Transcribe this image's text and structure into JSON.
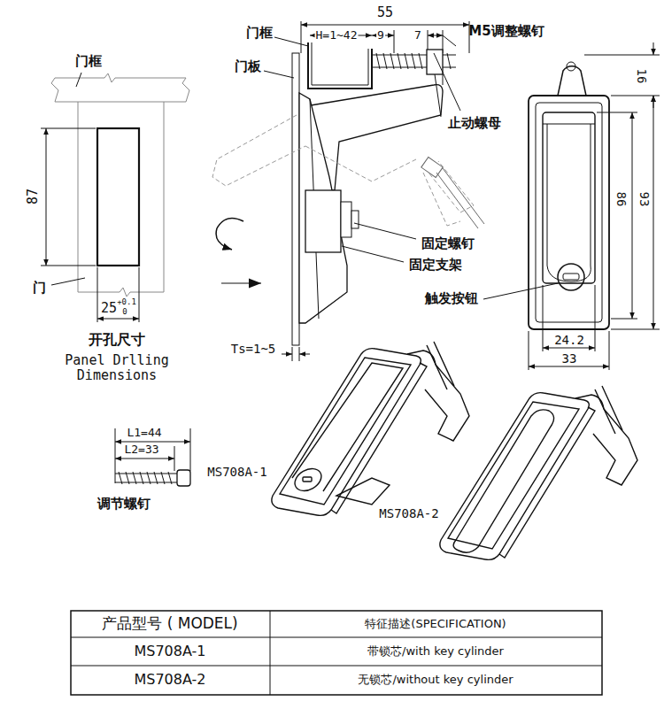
{
  "diagram": {
    "labels": [
      "门框",
      "门",
      "87",
      "25",
      "+0.1",
      "0",
      "开孔尺寸",
      "Panel Drlling Dimensions",
      "55",
      "门框",
      "H=1~42",
      "9",
      "7",
      "M5调整螺钉",
      "门板",
      "止动螺母",
      "固定螺钉",
      "固定支架",
      "Ts=1~5",
      "16",
      "86",
      "93",
      "触发按钮",
      "24.2",
      "33",
      "L1=44",
      "L2=33",
      "调节螺钉",
      "MS708A-1",
      "MS708A-2",
      "产品型号 ( MODEL)",
      "特征描述(SPECIFICATION)",
      "MS708A-1",
      "带锁芯/with key cylinder",
      "MS708A-2",
      "无锁芯/without key cylinder"
    ]
  }
}
